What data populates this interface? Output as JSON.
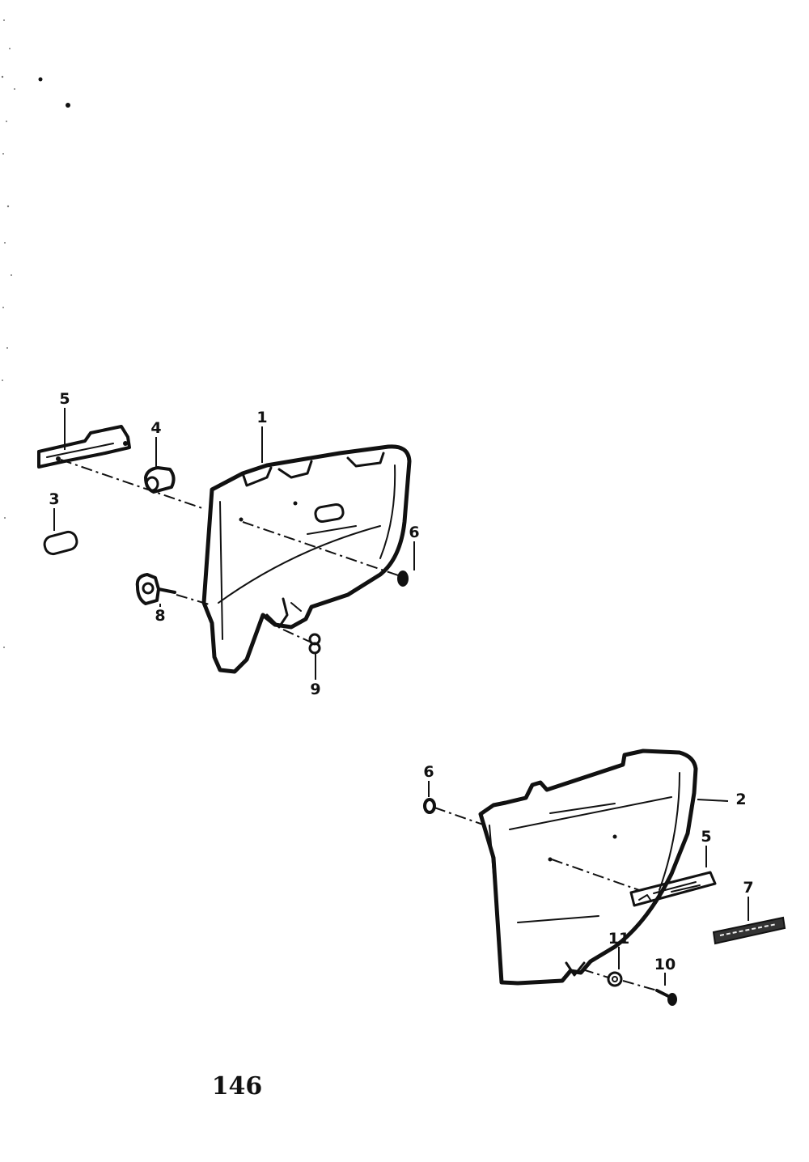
{
  "callouts": {
    "c1": "1",
    "c2": "2",
    "c3": "3",
    "c4": "4",
    "c5_upper": "5",
    "c5_lower": "5",
    "c6_upper": "6",
    "c6_lower": "6",
    "c7": "7",
    "c8": "8",
    "c9": "9",
    "c10": "10",
    "c11": "11"
  },
  "page_number": "146",
  "colors": {
    "ink": "#111111",
    "paper": "#ffffff"
  }
}
